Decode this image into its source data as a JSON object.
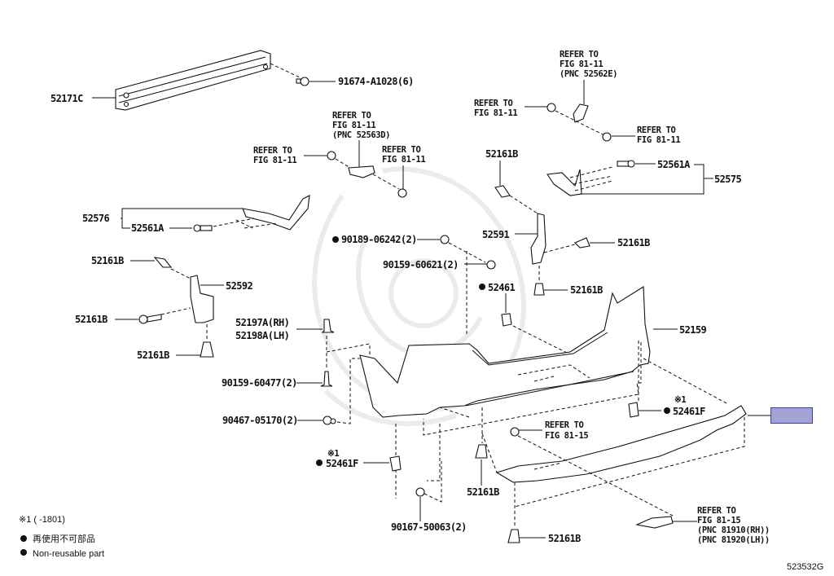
{
  "diagram": {
    "figure_id": "523532G",
    "highlight_color": "#a3a3d4",
    "labels": {
      "reinforcement": "52171C",
      "bolt_91674": "91674-A1028(6)",
      "refer_a_l1": "REFER TO",
      "refer_a_l2": "FIG 81-11",
      "refer_a_l3": "(PNC 52563D)",
      "refer_b_l1": "REFER TO",
      "refer_b_l2": "FIG 81-11",
      "refer_c_l1": "REFER TO",
      "refer_c_l2": "FIG 81-11",
      "refer_d_l1": "REFER TO",
      "refer_d_l2": "FIG 81-11",
      "refer_d_l3": "(PNC 52562E)",
      "refer_e_l1": "REFER TO",
      "refer_e_l2": "FIG 81-11",
      "refer_f_l1": "REFER TO",
      "refer_f_l2": "FIG 81-11",
      "p52576": "52576",
      "p52561A_left": "52561A",
      "p52561A_right": "52561A",
      "p52575": "52575",
      "p52161B_top": "52161B",
      "p52161B_left1": "52161B",
      "p52161B_left2": "52161B",
      "p52161B_left3": "52161B",
      "p52161B_mid1": "52161B",
      "p52161B_mid2": "52161B",
      "p52161B_bottom1": "52161B",
      "p52161B_bottom2": "52161B",
      "p52592": "52592",
      "p52591": "52591",
      "p90189": "90189-06242(2)",
      "p90159_60621": "90159-60621(2)",
      "p52461": "52461",
      "p52197A": "52197A(RH)",
      "p52198A": "52198A(LH)",
      "p52159": "52159",
      "p90159_60477": "90159-60477(2)",
      "p90467": "90467-05170(2)",
      "p52461F_left_mark": "※1",
      "p52461F_left": "52461F",
      "p52461F_right_mark": "※1",
      "p52461F_right": "52461F",
      "refer_g_l1": "REFER TO",
      "refer_g_l2": "FIG 81-15",
      "p90167": "90167-50063(2)",
      "refer_h_l1": "REFER TO",
      "refer_h_l2": "FIG 81-15",
      "refer_h_l3": "(PNC 81910(RH))",
      "refer_h_l4": "(PNC 81920(LH))"
    },
    "legend": {
      "note1": "※1 (      -1801)",
      "non_reusable_jp": "再使用不可部品",
      "non_reusable_en": "Non-reusable part"
    }
  }
}
